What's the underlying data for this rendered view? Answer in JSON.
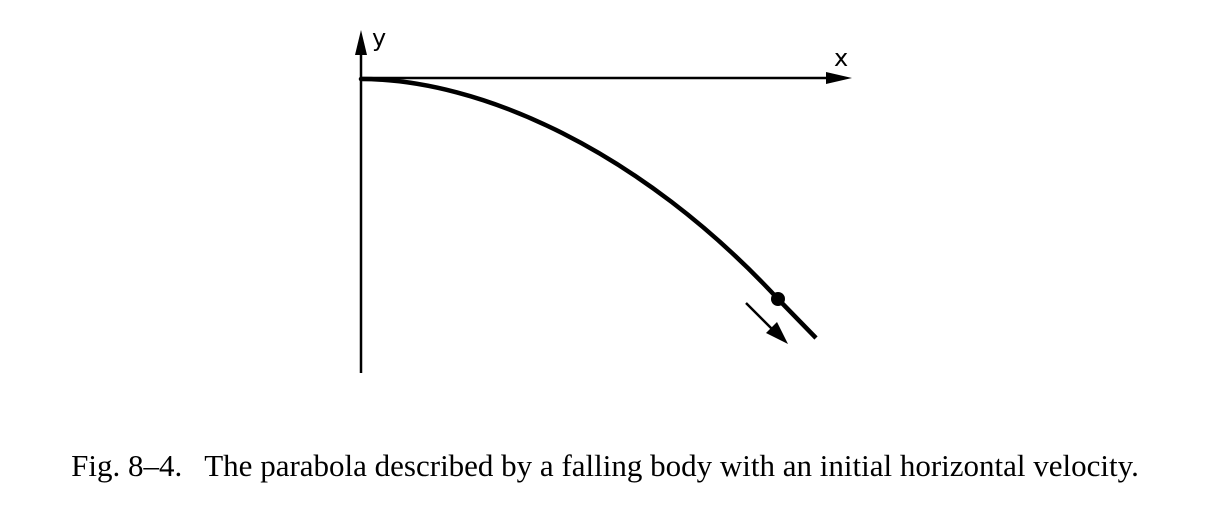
{
  "figure": {
    "axes": {
      "y_label": "y",
      "x_label": "x"
    },
    "caption": {
      "number": "Fig. 8–4.",
      "text": "The parabola described by a falling body with an initial horizontal velocity."
    }
  }
}
